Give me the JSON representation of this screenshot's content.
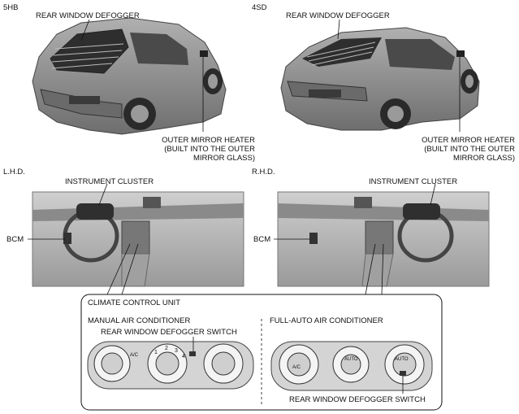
{
  "top": {
    "left_code": "5HB",
    "right_code": "4SD",
    "defogger_label": "REAR WINDOW DEFOGGER",
    "mirror_heater_line1": "OUTER MIRROR HEATER",
    "mirror_heater_line2": "(BUILT INTO THE OUTER",
    "mirror_heater_line3": "MIRROR GLASS)"
  },
  "middle": {
    "left_code": "L.H.D.",
    "right_code": "R.H.D.",
    "instrument_cluster_label": "INSTRUMENT CLUSTER",
    "bcm_label": "BCM"
  },
  "detail": {
    "title": "CLIMATE CONTROL UNIT",
    "manual_title": "MANUAL AIR CONDITIONER",
    "manual_switch_label": "REAR WINDOW DEFOGGER SWITCH",
    "auto_title": "FULL-AUTO AIR CONDITIONER",
    "auto_switch_label": "REAR WINDOW DEFOGGER SWITCH",
    "fan_numbers": [
      "1",
      "2",
      "3",
      "4"
    ],
    "ac_label": "A/C",
    "auto_label": "AUTO"
  },
  "colors": {
    "car_body": "#8f8f8f",
    "car_dark": "#555555",
    "glass": "#2e2e2e",
    "panel": "#bdbdbd",
    "line": "#111111"
  }
}
